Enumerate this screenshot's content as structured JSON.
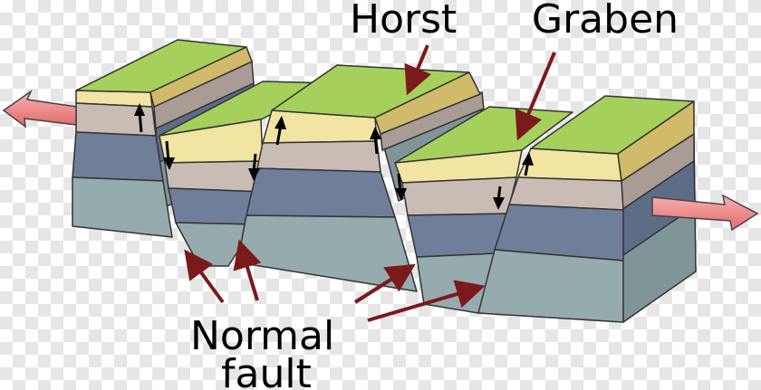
{
  "labels": {
    "horst": "Horst",
    "graben": "Graben",
    "normal_fault_line1": "Normal",
    "normal_fault_line2": "fault"
  },
  "colors": {
    "grass_top": "#a5d05c",
    "sand_layer": "#f2e4a2",
    "sand_side": "#d0bb6a",
    "taupe_layer": "#c9bcb4",
    "taupe_side": "#a99c94",
    "slate_layer": "#6f7f9a",
    "slate_side": "#5e6d86",
    "teal_layer": "#96abad",
    "teal_side": "#7f9597",
    "label_arrow": "#7a1a1a",
    "extension_arrow": "#f08a8a"
  }
}
